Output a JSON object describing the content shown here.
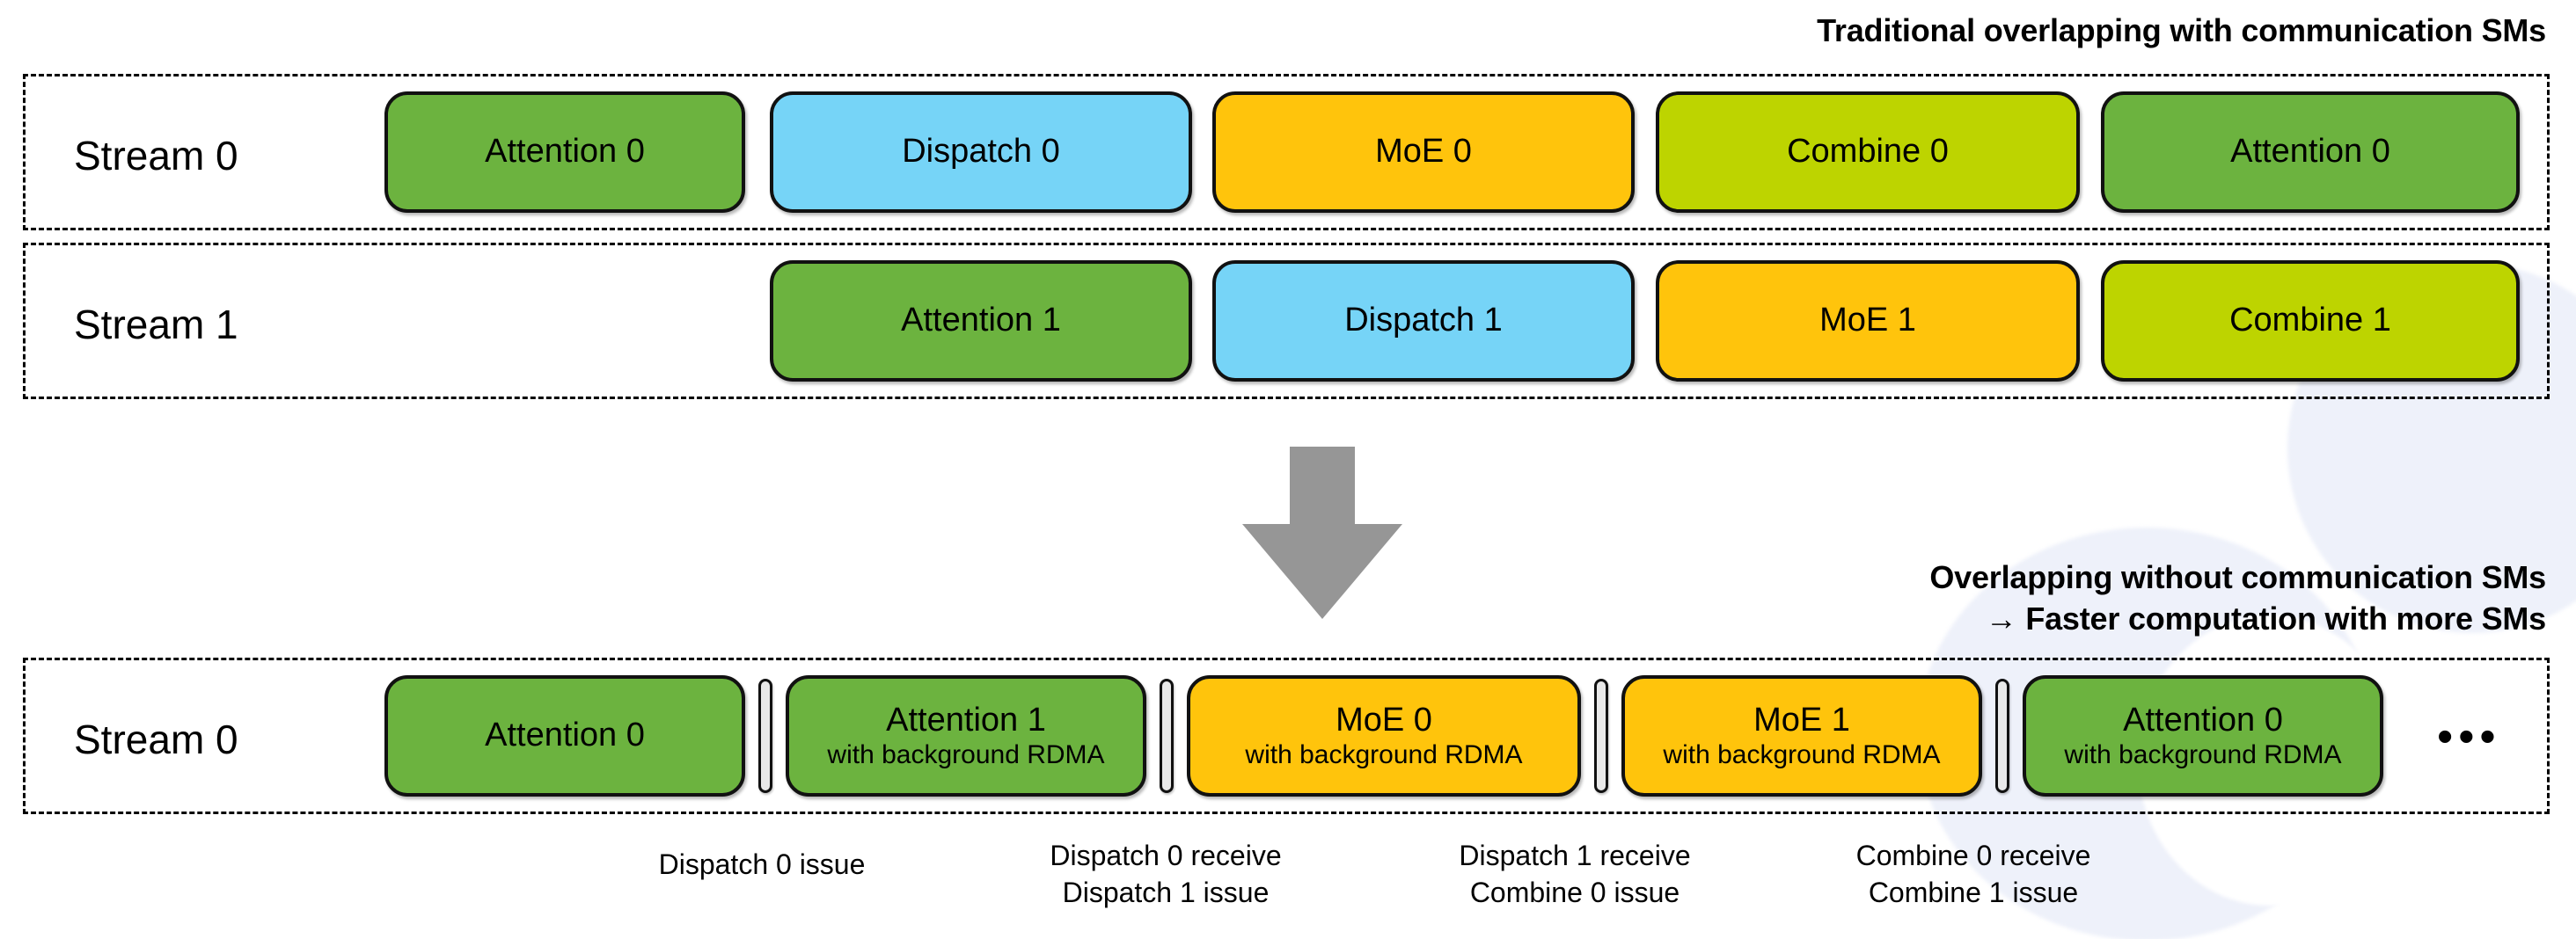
{
  "colors": {
    "attention": "#6CB33F",
    "dispatch": "#76D4F7",
    "moe": "#FFC40C",
    "combine": "#BDD400",
    "arrow": "#969696",
    "outline": "#111111",
    "separator": "#e9e9e9",
    "background": "#ffffff"
  },
  "captions": {
    "top": "Traditional overlapping with communication SMs",
    "bottom_line1": "Overlapping without communication SMs",
    "bottom_line2": "→ Faster computation with more SMs"
  },
  "top_section": {
    "streams": [
      {
        "label": "Stream 0",
        "blocks": [
          {
            "title": "Attention 0",
            "subtitle": "",
            "kind": "attention"
          },
          {
            "title": "Dispatch 0",
            "subtitle": "",
            "kind": "dispatch"
          },
          {
            "title": "MoE 0",
            "subtitle": "",
            "kind": "moe"
          },
          {
            "title": "Combine 0",
            "subtitle": "",
            "kind": "combine"
          },
          {
            "title": "Attention 0",
            "subtitle": "",
            "kind": "attention"
          }
        ]
      },
      {
        "label": "Stream 1",
        "blocks": [
          {
            "title": "Attention 1",
            "subtitle": "",
            "kind": "attention"
          },
          {
            "title": "Dispatch 1",
            "subtitle": "",
            "kind": "dispatch"
          },
          {
            "title": "MoE 1",
            "subtitle": "",
            "kind": "moe"
          },
          {
            "title": "Combine 1",
            "subtitle": "",
            "kind": "combine"
          }
        ]
      }
    ]
  },
  "bottom_section": {
    "stream": {
      "label": "Stream 0",
      "blocks": [
        {
          "title": "Attention 0",
          "subtitle": "",
          "kind": "attention"
        },
        {
          "title": "Attention 1",
          "subtitle": "with background RDMA",
          "kind": "attention"
        },
        {
          "title": "MoE 0",
          "subtitle": "with background RDMA",
          "kind": "moe"
        },
        {
          "title": "MoE 1",
          "subtitle": "with background RDMA",
          "kind": "moe"
        },
        {
          "title": "Attention 0",
          "subtitle": "with background RDMA",
          "kind": "attention"
        }
      ],
      "ellipsis": "•••"
    },
    "events": [
      {
        "line1": "Dispatch 0 issue",
        "line2": ""
      },
      {
        "line1": "Dispatch 0 receive",
        "line2": "Dispatch 1 issue"
      },
      {
        "line1": "Dispatch 1 receive",
        "line2": "Combine 0 issue"
      },
      {
        "line1": "Combine 0 receive",
        "line2": "Combine 1 issue"
      }
    ]
  },
  "arrow": {
    "name": "down-arrow"
  }
}
